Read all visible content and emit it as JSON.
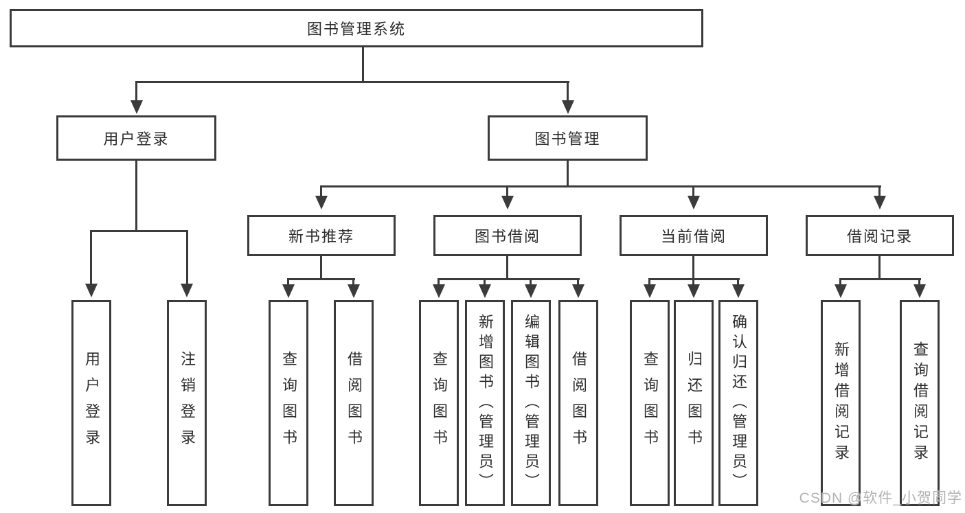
{
  "diagram_title": "图书管理系统",
  "tree": {
    "label": "图书管理系统",
    "children": [
      {
        "label": "用户登录",
        "children": [
          {
            "label": "用户登录"
          },
          {
            "label": "注销登录"
          }
        ]
      },
      {
        "label": "图书管理",
        "children": [
          {
            "label": "新书推荐",
            "children": [
              {
                "label": "查询图书"
              },
              {
                "label": "借阅图书"
              }
            ]
          },
          {
            "label": "图书借阅",
            "children": [
              {
                "label": "查询图书"
              },
              {
                "label": "新增图书（管理员）"
              },
              {
                "label": "编辑图书（管理员）"
              },
              {
                "label": "借阅图书"
              }
            ]
          },
          {
            "label": "当前借阅",
            "children": [
              {
                "label": "查询图书"
              },
              {
                "label": "归还图书"
              },
              {
                "label": "确认归还（管理员）"
              }
            ]
          },
          {
            "label": "借阅记录",
            "children": [
              {
                "label": "新增借阅记录"
              },
              {
                "label": "查询借阅记录"
              }
            ]
          }
        ]
      }
    ]
  },
  "watermark": {
    "text": "CSDN @软件_小贺同学"
  },
  "colors": {
    "line": "#3b3b3b",
    "text": "#2d2d2d",
    "background": "#ffffff",
    "watermark": "#b3b3b3"
  }
}
